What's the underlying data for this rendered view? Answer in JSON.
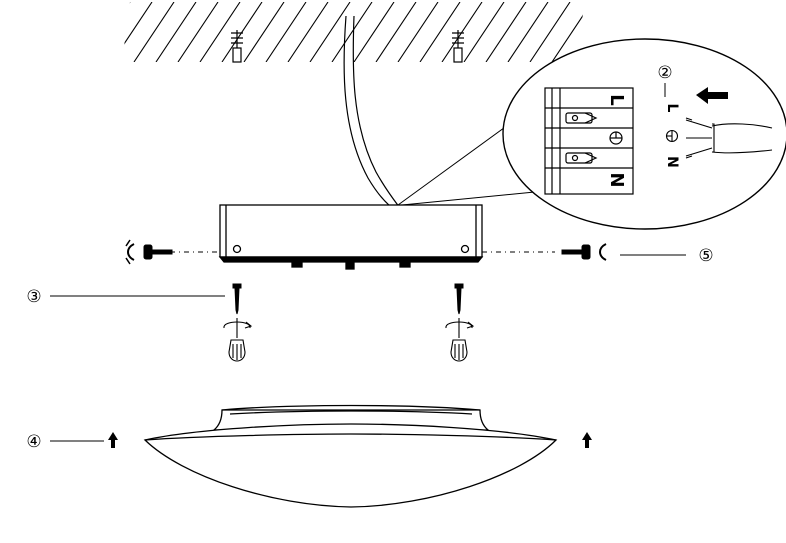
{
  "callouts": {
    "step2": "②",
    "step3": "③",
    "step4": "④",
    "step5": "⑤"
  },
  "terminal_block": {
    "live": "L",
    "neutral": "N"
  },
  "cable_labels": {
    "live": "L",
    "neutral": "N"
  },
  "colors": {
    "line": "#000000",
    "background": "#ffffff"
  }
}
